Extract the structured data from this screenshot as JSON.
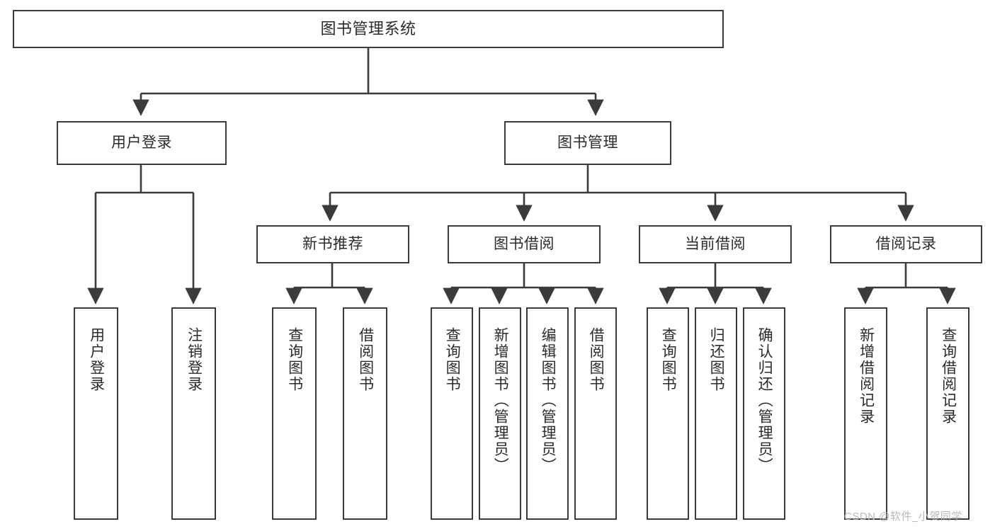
{
  "diagram": {
    "type": "tree-hierarchy",
    "title": "图书管理系统",
    "watermark": "CSDN @软件_小贺同学",
    "colors": {
      "box_border": "#3b3b3b",
      "box_fill": "#ffffff",
      "edge": "#3b3b3b",
      "text": "#2b2b2b",
      "watermark": "#b9b9b9",
      "background": "#ffffff"
    },
    "levels": {
      "root": {
        "label": "图书管理系统"
      },
      "level2": [
        {
          "id": "user-login",
          "label": "用户登录"
        },
        {
          "id": "book-manage",
          "label": "图书管理"
        }
      ],
      "level3": [
        {
          "id": "new-book-rec",
          "label": "新书推荐"
        },
        {
          "id": "book-borrow",
          "label": "图书借阅"
        },
        {
          "id": "current-borrow",
          "label": "当前借阅"
        },
        {
          "id": "borrow-record",
          "label": "借阅记录"
        }
      ],
      "leaves": {
        "user-login": [
          {
            "id": "leaf-user-login",
            "label": "用户登录"
          },
          {
            "id": "leaf-logout",
            "label": "注销登录"
          }
        ],
        "new-book-rec": [
          {
            "id": "leaf-query-book-1",
            "label": "查询图书"
          },
          {
            "id": "leaf-borrow-book-1",
            "label": "借阅图书"
          }
        ],
        "book-borrow": [
          {
            "id": "leaf-query-book-2",
            "label": "查询图书"
          },
          {
            "id": "leaf-add-book",
            "label": "新增图书（管理员）"
          },
          {
            "id": "leaf-edit-book",
            "label": "编辑图书（管理员）"
          },
          {
            "id": "leaf-borrow-book-2",
            "label": "借阅图书"
          }
        ],
        "current-borrow": [
          {
            "id": "leaf-query-book-3",
            "label": "查询图书"
          },
          {
            "id": "leaf-return-book",
            "label": "归还图书"
          },
          {
            "id": "leaf-confirm-return",
            "label": "确认归还（管理员）"
          }
        ],
        "borrow-record": [
          {
            "id": "leaf-add-record",
            "label": "新增借阅记录"
          },
          {
            "id": "leaf-query-record",
            "label": "查询借阅记录"
          }
        ]
      }
    }
  }
}
